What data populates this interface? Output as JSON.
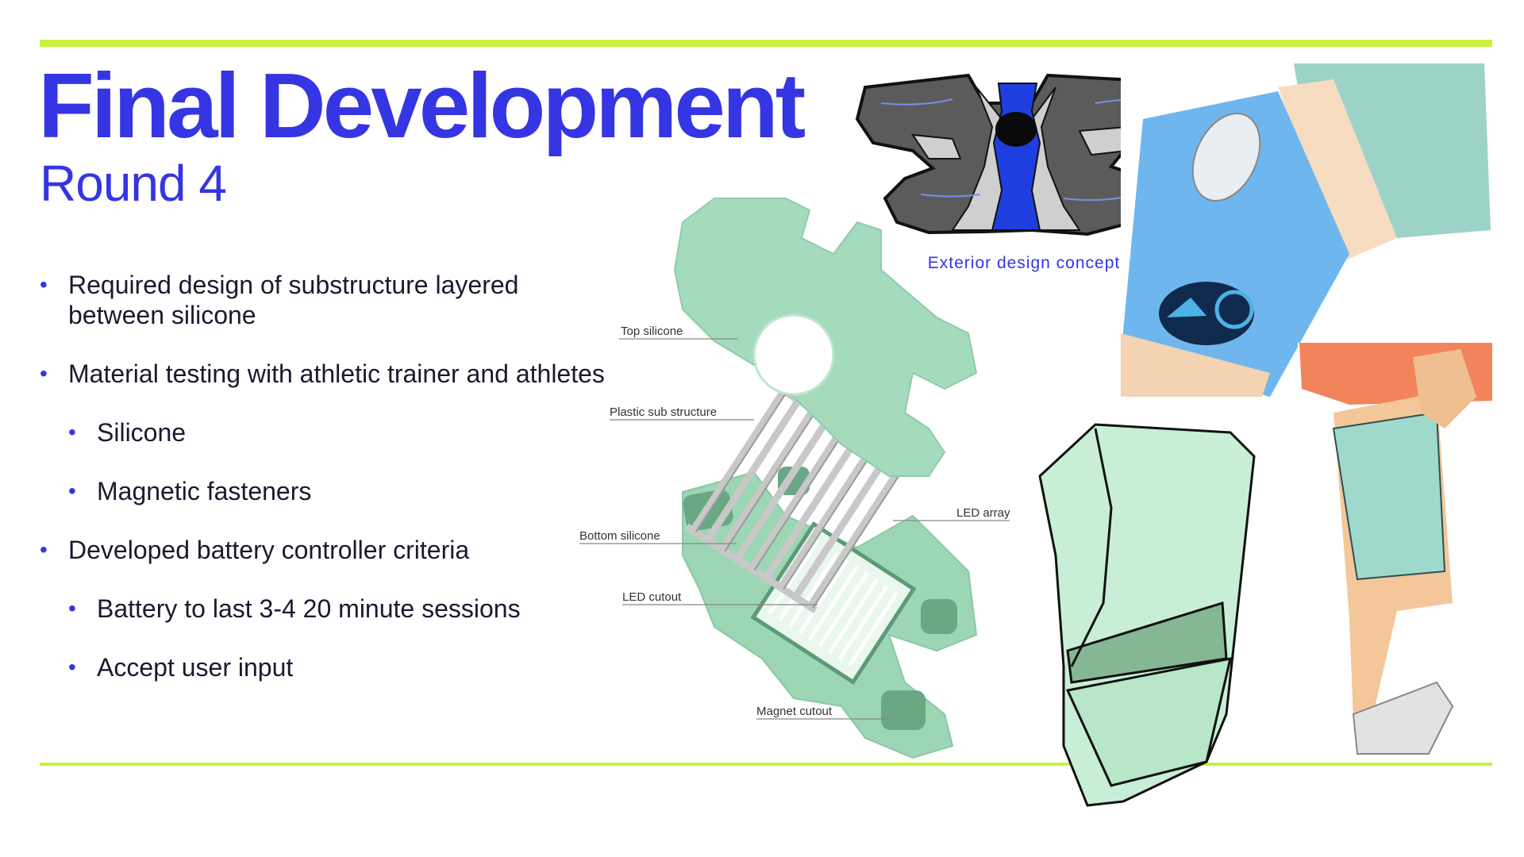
{
  "slide": {
    "title": "Final Development",
    "subtitle": "Round 4",
    "bullets": [
      {
        "text": "Required design of substructure layered between silicone",
        "level": 1
      },
      {
        "text": "Material testing with athletic trainer and athletes",
        "level": 1
      },
      {
        "text": "Silicone",
        "level": 2
      },
      {
        "text": " Magnetic fasteners",
        "level": 2
      },
      {
        "text": "Developed battery controller criteria",
        "level": 1
      },
      {
        "text": "Battery to last 3-4 20 minute sessions",
        "level": 2
      },
      {
        "text": "Accept user input",
        "level": 2
      }
    ],
    "accent_color": "#3535e3",
    "rule_color": "#c8f23a"
  },
  "diagram": {
    "labels": {
      "top_silicone": "Top silicone",
      "plastic_sub_structure": "Plastic sub structure",
      "bottom_silicone": "Bottom silicone",
      "led_cutout": "LED cutout",
      "magnet_cutout": "Magnet cutout",
      "led_array": "LED array"
    },
    "silicone_color": "#9dd6b4"
  },
  "concepts": {
    "exterior_caption": "Exterior design concept"
  }
}
